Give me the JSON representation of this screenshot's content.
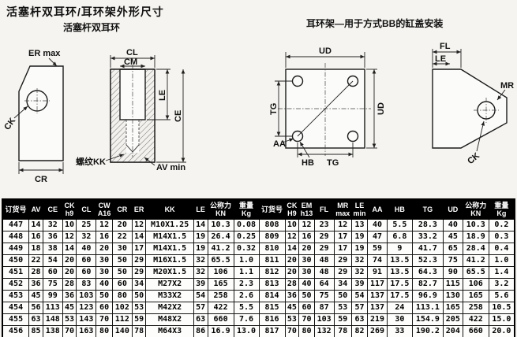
{
  "page": {
    "title": "活塞杆双耳环/耳环架外形尺寸"
  },
  "diagrams": {
    "left_caption": "活塞杆双耳环",
    "right_caption": "耳环架—用于方式BB的缸盖安装",
    "clevis_side": {
      "er_max": "ER max",
      "ck": "CK",
      "cr": "CR"
    },
    "clevis_section": {
      "cl": "CL",
      "cm": "CM",
      "le": "LE",
      "ce": "CE",
      "av_min": "AV min",
      "kk": "螺纹KK"
    },
    "flange_front": {
      "ud_top": "UD",
      "tg_left": "TG",
      "ud_right": "UD",
      "tg_bottom": "TG",
      "aa": "AA",
      "hb": "HB"
    },
    "bracket_side": {
      "fl": "FL",
      "le": "LE",
      "mr": "MR",
      "ck": "CK"
    }
  },
  "table": {
    "headers_left": [
      [
        "订货号"
      ],
      [
        "AV"
      ],
      [
        "CE"
      ],
      [
        "CK",
        "h9"
      ],
      [
        "CL"
      ],
      [
        "CW",
        "A16"
      ],
      [
        "CR"
      ],
      [
        "ER"
      ],
      [
        "KK"
      ],
      [
        "LE"
      ],
      [
        "公称力",
        "KN"
      ],
      [
        "重量",
        "Kg"
      ]
    ],
    "headers_right": [
      [
        "订货号"
      ],
      [
        "CK",
        "H9"
      ],
      [
        "EM",
        "h13"
      ],
      [
        "FL"
      ],
      [
        "MR",
        "max"
      ],
      [
        "LE",
        "min"
      ],
      [
        "AA"
      ],
      [
        "HB"
      ],
      [
        "TG"
      ],
      [
        "UD"
      ],
      [
        "公称力",
        "KN"
      ],
      [
        "重量",
        "Kg"
      ]
    ],
    "rows_left": [
      [
        "447",
        "14",
        "32",
        "10",
        "25",
        "12",
        "20",
        "12",
        "M10X1.25",
        "14",
        "10.3",
        "0.08"
      ],
      [
        "448",
        "16",
        "36",
        "12",
        "32",
        "16",
        "22",
        "14",
        "M14X1.5",
        "19",
        "26.4",
        "0.25"
      ],
      [
        "449",
        "18",
        "38",
        "14",
        "40",
        "20",
        "30",
        "17",
        "M14X1.5",
        "19",
        "41.2",
        "0.32"
      ],
      [
        "450",
        "22",
        "54",
        "20",
        "60",
        "30",
        "50",
        "29",
        "M16X1.5",
        "32",
        "65.5",
        "1.0"
      ],
      [
        "451",
        "28",
        "60",
        "20",
        "60",
        "30",
        "50",
        "29",
        "M20X1.5",
        "32",
        "106",
        "1.1"
      ],
      [
        "452",
        "36",
        "75",
        "28",
        "83",
        "40",
        "60",
        "34",
        "M27X2",
        "39",
        "165",
        "2.3"
      ],
      [
        "453",
        "45",
        "99",
        "36",
        "103",
        "50",
        "80",
        "50",
        "M33X2",
        "54",
        "258",
        "2.6"
      ],
      [
        "454",
        "56",
        "113",
        "45",
        "123",
        "60",
        "102",
        "53",
        "M42X2",
        "57",
        "422",
        "5.5"
      ],
      [
        "455",
        "63",
        "148",
        "53",
        "143",
        "70",
        "112",
        "59",
        "M48X2",
        "63",
        "660",
        "7.6"
      ],
      [
        "456",
        "85",
        "138",
        "70",
        "163",
        "80",
        "140",
        "78",
        "M64X3",
        "86",
        "16.9",
        "13.0"
      ]
    ],
    "rows_right": [
      [
        "808",
        "10",
        "12",
        "23",
        "12",
        "13",
        "40",
        "5.5",
        "28.3",
        "40",
        "10.3",
        "0.2"
      ],
      [
        "809",
        "12",
        "16",
        "29",
        "17",
        "19",
        "47",
        "6.8",
        "33.2",
        "45",
        "18.9",
        "0.3"
      ],
      [
        "810",
        "14",
        "20",
        "29",
        "17",
        "19",
        "59",
        "9",
        "41.7",
        "65",
        "28.4",
        "0.4"
      ],
      [
        "811",
        "20",
        "30",
        "48",
        "29",
        "32",
        "74",
        "13.5",
        "52.3",
        "75",
        "41.2",
        "1.0"
      ],
      [
        "812",
        "20",
        "30",
        "48",
        "29",
        "32",
        "91",
        "13.5",
        "64.3",
        "90",
        "65.5",
        "1.4"
      ],
      [
        "813",
        "28",
        "40",
        "64",
        "34",
        "39",
        "117",
        "17.5",
        "82.7",
        "115",
        "106",
        "3.2"
      ],
      [
        "814",
        "36",
        "50",
        "75",
        "50",
        "54",
        "137",
        "17.5",
        "96.9",
        "130",
        "165",
        "5.6"
      ],
      [
        "815",
        "45",
        "60",
        "87",
        "53",
        "57",
        "137",
        "24",
        "113.1",
        "165",
        "258",
        "10.5"
      ],
      [
        "816",
        "53",
        "70",
        "103",
        "59",
        "63",
        "219",
        "30",
        "154.9",
        "205",
        "422",
        "15.0"
      ],
      [
        "817",
        "70",
        "80",
        "132",
        "78",
        "82",
        "269",
        "33",
        "190.2",
        "204",
        "660",
        "20.0"
      ]
    ]
  },
  "colors": {
    "header_bg": "#000000",
    "header_fg": "#ffffff",
    "line": "#1b1b1b"
  }
}
